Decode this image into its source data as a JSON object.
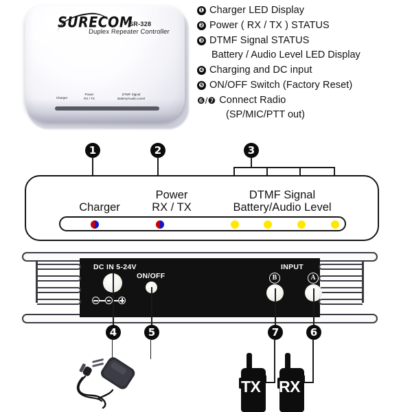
{
  "product": {
    "brand": "SURECOM",
    "model": "SR-328",
    "subtitle": "Duplex Repeater Controller",
    "top_labels": {
      "charger": "Charger",
      "power": "Power",
      "power_sub": "RX / TX",
      "dtmf": "DTMF Signal",
      "dtmf_sub": "Battery/Audio Level"
    }
  },
  "legend": {
    "items": [
      {
        "num": "❶",
        "text": "Charger LED Display"
      },
      {
        "num": "❷",
        "text": "Power ( RX / TX ) STATUS"
      },
      {
        "num": "❸",
        "text": "DTMF Signal STATUS",
        "sub": "Battery / Audio Level LED Display"
      },
      {
        "num": "❹",
        "text": "Charging and DC input"
      },
      {
        "num": "❺",
        "text": "ON/OFF Switch (Factory Reset)"
      },
      {
        "num": "❻/❼",
        "text": "Connect  Radio",
        "sub": "(SP/MIC/PTT out)"
      }
    ]
  },
  "front_panel": {
    "callouts": [
      {
        "id": "1",
        "label": "1"
      },
      {
        "id": "2",
        "label": "2"
      },
      {
        "id": "3",
        "label": "3"
      }
    ],
    "labels": {
      "charger": "Charger",
      "power_line1": "Power",
      "power_line2": "RX / TX",
      "dtmf_line1": "DTMF Signal",
      "dtmf_line2": "Battery/Audio Level"
    },
    "leds": [
      {
        "name": "charger-led",
        "color": "#cc0000/#1414cc",
        "type": "dual"
      },
      {
        "name": "power-led",
        "color": "#cc0000/#1414cc",
        "type": "dual"
      },
      {
        "name": "level-led-1",
        "color": "#ffe800",
        "type": "yellow"
      },
      {
        "name": "level-led-2",
        "color": "#ffe800",
        "type": "yellow"
      },
      {
        "name": "level-led-3",
        "color": "#ffe800",
        "type": "yellow"
      },
      {
        "name": "level-led-4",
        "color": "#ffe800",
        "type": "yellow"
      }
    ]
  },
  "rear_panel": {
    "dc_label": "DC IN 5-24V",
    "onoff_label": "ON/OFF",
    "input_label": "INPUT",
    "jack_b": "B",
    "jack_a": "A",
    "callouts": [
      {
        "id": "4",
        "label": "4"
      },
      {
        "id": "5",
        "label": "5"
      },
      {
        "id": "7",
        "label": "7"
      },
      {
        "id": "6",
        "label": "6"
      }
    ]
  },
  "accessories": {
    "radio_tx": "TX",
    "radio_rx": "RX"
  },
  "colors": {
    "led_red": "#cc0000",
    "led_blue": "#1414cc",
    "led_yellow": "#ffe800",
    "panel_dark": "#111111",
    "ink": "#111111",
    "background": "#ffffff"
  }
}
